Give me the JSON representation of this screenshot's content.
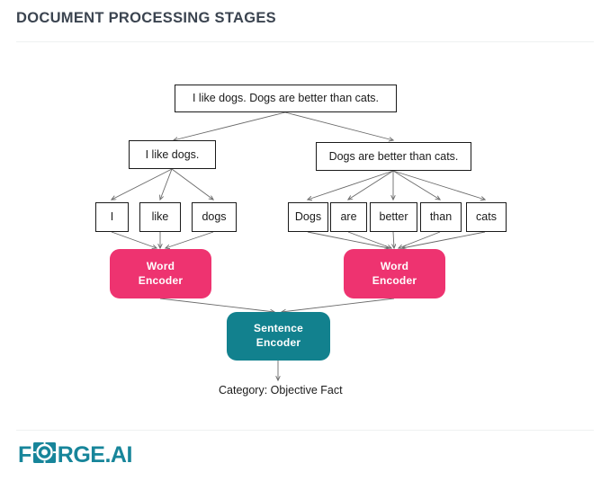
{
  "header": {
    "title": "DOCUMENT PROCESSING STAGES"
  },
  "diagram": {
    "document_node": {
      "label": "I like dogs. Dogs are better than cats."
    },
    "sentence_nodes": [
      {
        "label": "I like dogs."
      },
      {
        "label": "Dogs are better than cats."
      }
    ],
    "token_nodes_left": [
      {
        "label": "I"
      },
      {
        "label": "like"
      },
      {
        "label": "dogs"
      }
    ],
    "token_nodes_right": [
      {
        "label": "Dogs"
      },
      {
        "label": "are"
      },
      {
        "label": "better"
      },
      {
        "label": "than"
      },
      {
        "label": "cats"
      }
    ],
    "word_encoder_left": {
      "line1": "Word",
      "line2": "Encoder"
    },
    "word_encoder_right": {
      "line1": "Word",
      "line2": "Encoder"
    },
    "sentence_encoder": {
      "line1": "Sentence",
      "line2": "Encoder"
    },
    "output_caption": "Category: Objective Fact"
  },
  "footer": {
    "logo_part1": "F",
    "logo_mark": "target-o-icon",
    "logo_part2": "RGE.AI"
  },
  "colors": {
    "title": "#3b4450",
    "word_encoder": "#ee3370",
    "sentence_encoder": "#12818e",
    "brand": "#17859a",
    "connector": "#6a6a6a",
    "rule": "#eef1f1"
  }
}
